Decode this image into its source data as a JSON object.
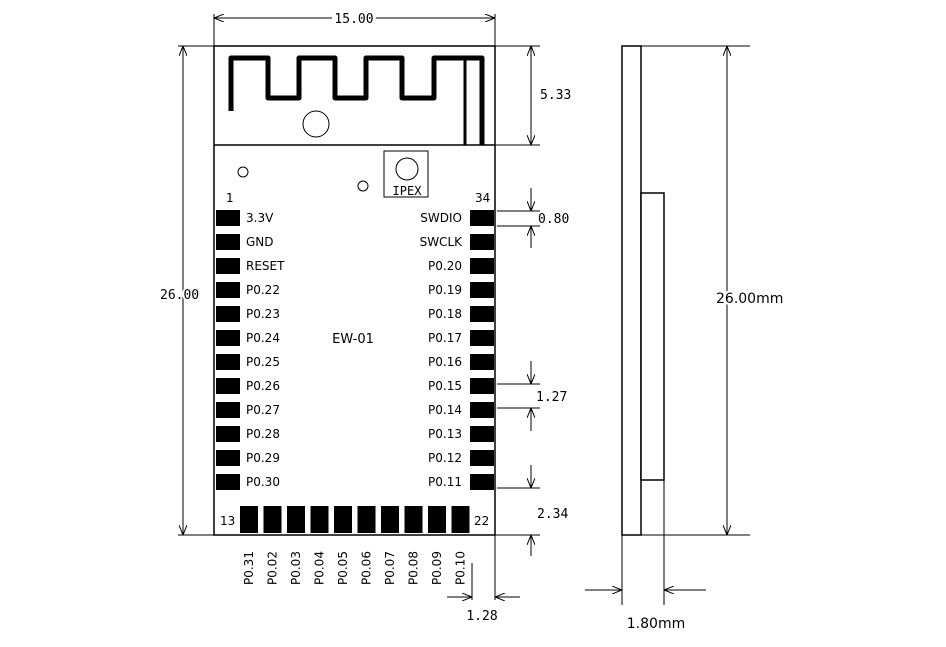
{
  "module": {
    "name": "EW-01",
    "connector": "IPEX",
    "pin_first": "1",
    "pin_top_right": "34",
    "pin_bottom_left": "13",
    "pin_bottom_right": "22"
  },
  "left_pins": [
    "3.3V",
    "GND",
    "RESET",
    "P0.22",
    "P0.23",
    "P0.24",
    "P0.25",
    "P0.26",
    "P0.27",
    "P0.28",
    "P0.29",
    "P0.30"
  ],
  "right_pins": [
    "SWDIO",
    "SWCLK",
    "P0.20",
    "P0.19",
    "P0.18",
    "P0.17",
    "P0.16",
    "P0.15",
    "P0.14",
    "P0.13",
    "P0.12",
    "P0.11"
  ],
  "bottom_pins": [
    "P0.31",
    "P0.02",
    "P0.03",
    "P0.04",
    "P0.05",
    "P0.06",
    "P0.07",
    "P0.08",
    "P0.09",
    "P0.10"
  ],
  "dimensions": {
    "width": "15.00",
    "height": "26.00",
    "antenna_height": "5.33",
    "top_pin_offset": "0.80",
    "pin_pitch": "1.27",
    "bottom_row_offset": "2.34",
    "bottom_edge_offset": "1.28",
    "side_height": "26.00mm",
    "thickness": "1.80mm"
  }
}
